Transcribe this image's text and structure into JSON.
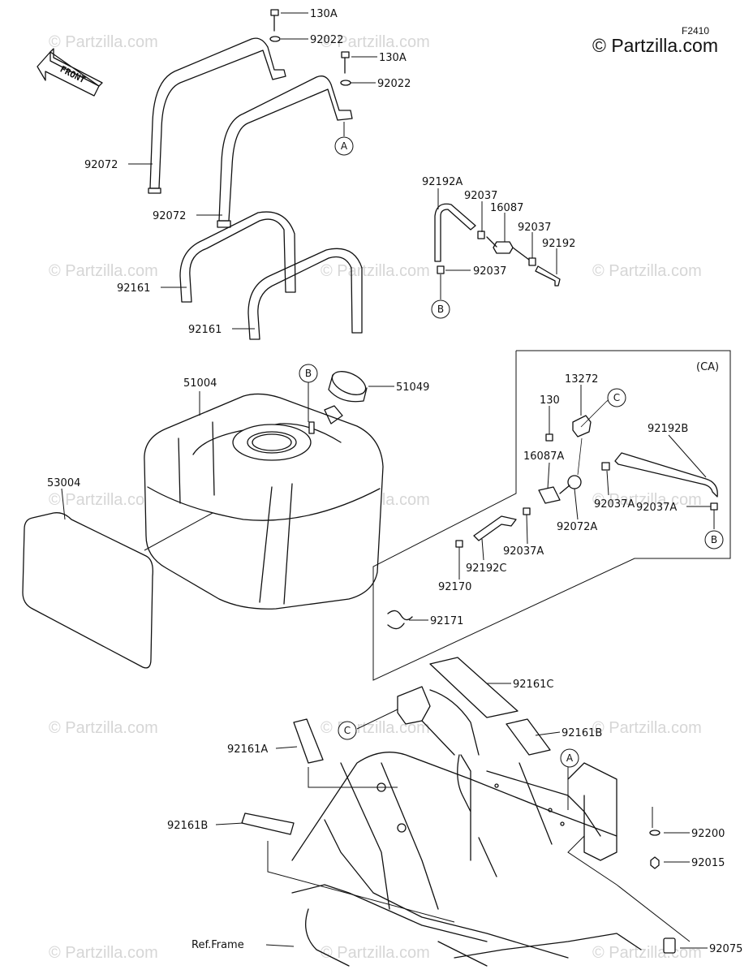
{
  "header": {
    "code": "F2410",
    "brand": "© Partzilla.com"
  },
  "watermark": "© Partzilla.com",
  "front_label": "FRONT",
  "section_label": "(CA)",
  "part_labels": {
    "p130A_1": "130A",
    "p92022_1": "92022",
    "p130A_2": "130A",
    "p92022_2": "92022",
    "p92072_1": "92072",
    "p92072_2": "92072",
    "p92161_1": "92161",
    "p92161_2": "92161",
    "p92192A": "92192A",
    "p92037_1": "92037",
    "p16087": "16087",
    "p92037_2": "92037",
    "p92192": "92192",
    "p92037_3": "92037",
    "p51004": "51004",
    "p51049": "51049",
    "p53004": "53004",
    "p13272": "13272",
    "p130": "130",
    "p92192B": "92192B",
    "p16087A": "16087A",
    "p92037A_1": "92037A",
    "p92037A_2": "92037A",
    "p92072A": "92072A",
    "p92037A_3": "92037A",
    "p92192C": "92192C",
    "p92170": "92170",
    "p92171": "92171",
    "p92161C": "92161C",
    "p92161B_1": "92161B",
    "p92161A": "92161A",
    "p92161B_2": "92161B",
    "p92200": "92200",
    "p92015": "92015",
    "pRefFrame": "Ref.Frame",
    "p92075": "92075"
  },
  "callouts": {
    "A1": "A",
    "B1": "B",
    "B2": "B",
    "C1": "C",
    "B3": "B",
    "C2": "C",
    "A2": "A"
  }
}
